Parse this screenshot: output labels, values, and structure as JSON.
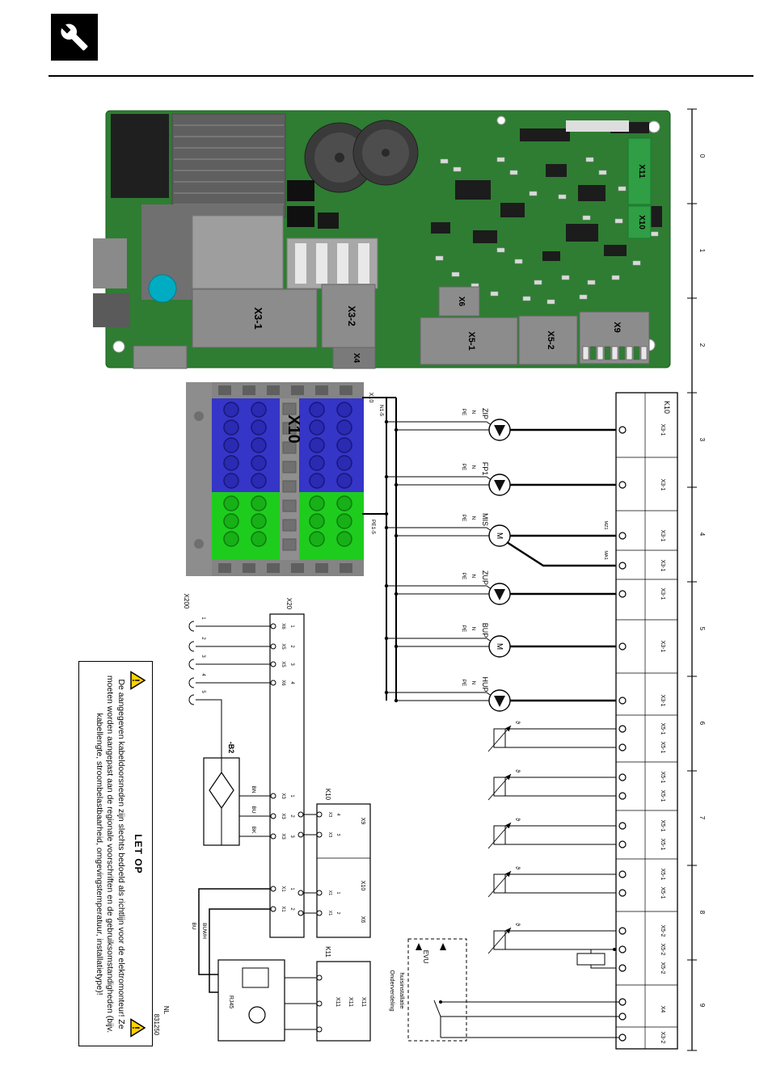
{
  "header": {
    "chapter_icon": "wrench-icon"
  },
  "pcb_photo": {
    "connector_labels": {
      "x3_1": "X3-1",
      "x3_2": "X3-2",
      "x4": "X4",
      "x6": "X6",
      "x5_1": "X5-1",
      "x5_2": "X5-2",
      "x9": "X9",
      "x11": "X11",
      "x10": "X10"
    }
  },
  "terminal_photo": {
    "label": "X10"
  },
  "schematic": {
    "supply": {
      "source": "X10",
      "neutral": "N1-5",
      "earth": "PE1-5"
    },
    "wire_labels": {
      "pe": "PE",
      "n": "N"
    },
    "motor_symbol": "M",
    "sensor_symbol": "ϑ",
    "loads": [
      {
        "name": "ZIP"
      },
      {
        "name": "FP1"
      },
      {
        "name": "MIS",
        "out_a": "MZ1",
        "out_b": "MA1"
      },
      {
        "name": "ZUP"
      },
      {
        "name": "BUP"
      },
      {
        "name": "HUP"
      }
    ],
    "k10_strip": {
      "title": "K10",
      "load_terminals": [
        "X3-1",
        "X3-1",
        "X3-1",
        "X3-1",
        "X3-1",
        "X3-1",
        "X3-1"
      ],
      "sensor_terminals": [
        "X5-1",
        "X5-1",
        "X5-1",
        "X5-1",
        "X5-1",
        "X5-1",
        "X5-1",
        "X5-1"
      ],
      "aux_terminals": [
        "X5-2",
        "X5-2",
        "X5-2"
      ],
      "x4_label": "X4",
      "x3_2_label": "X3-2"
    },
    "evu": {
      "label": "EVU",
      "subpanel_line1": "Onderverdeling",
      "subpanel_line2": "huisinstallatie"
    },
    "x200": {
      "title": "X200",
      "pins": [
        "1",
        "2",
        "3",
        "4",
        "5"
      ]
    },
    "x20": {
      "title": "X20",
      "top_pins": [
        {
          "conn": "X6",
          "no": "1"
        },
        {
          "conn": "X5",
          "no": "2"
        },
        {
          "conn": "X5",
          "no": "3"
        },
        {
          "conn": "X6",
          "no": "4"
        }
      ],
      "mid_pins": [
        {
          "conn": "X3",
          "no": "1"
        },
        {
          "conn": "X3",
          "no": "2"
        },
        {
          "conn": "X3",
          "no": "3"
        }
      ],
      "low_pins": [
        {
          "conn": "X1",
          "no": "1"
        },
        {
          "conn": "X1",
          "no": "2"
        }
      ]
    },
    "b2": {
      "title": "-B2",
      "wires": [
        "BN",
        "BU",
        "BK"
      ]
    },
    "patch_cable": {
      "wire1": "BU",
      "wire2": "BUWH"
    },
    "k10_board": {
      "title": "K10",
      "ports": [
        "X9",
        "X10",
        "X6"
      ],
      "pins": [
        {
          "conn": "X3",
          "no": "4"
        },
        {
          "conn": "X3",
          "no": "3"
        },
        {
          "conn": "X1",
          "no": "1"
        },
        {
          "conn": "X1",
          "no": "2"
        }
      ]
    },
    "k11_board": {
      "title": "K11",
      "ports": [
        "X11",
        "X11",
        "X11"
      ]
    },
    "rj45": {
      "label": "RJ45"
    }
  },
  "ruler": {
    "marks": [
      "0",
      "1",
      "2",
      "3",
      "4",
      "5",
      "6",
      "7",
      "8",
      "9"
    ]
  },
  "warning": {
    "title": "LET OP",
    "icon_mark": "!",
    "text": "De aangegeven kabeldoorsneden zijn slechts bedoeld als richtlijn voor de elektromonteur! Ze moeten worden aangepast aan de regionale voorschriften en de gebruiksomstandigheden (bijv. kabellengte, stroombelastbaarheid, omgevingstemperatuur, installatietype)!"
  },
  "footer": {
    "lang": "NL",
    "doc_number": "831250"
  },
  "colors": {
    "pcb_green": "#2e7d32",
    "connector_green": "#2f9e44",
    "terminal_blue": "#3535c8",
    "terminal_green": "#1ecc1e",
    "warning_yellow": "#ffd200"
  }
}
